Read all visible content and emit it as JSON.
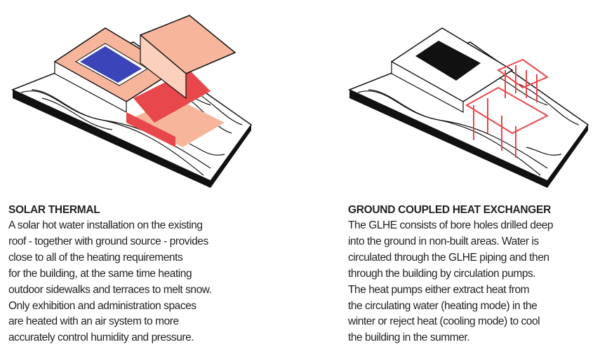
{
  "solar": {
    "title": "SOLAR THERMAL",
    "lines": [
      "A solar hot water installation on the existing",
      "roof - together with ground source - provides",
      "close to all of the heating requirements",
      "for the building, at the same time heating",
      "outdoor sidewalks and terraces to melt snow.",
      "Only exhibition and administration spaces",
      "are heated with an air system to more",
      "accurately control humidity and pressure."
    ]
  },
  "ground": {
    "title": "GROUND COUPLED HEAT EXCHANGER",
    "lines": [
      "The GLHE consists of bore holes drilled deep",
      "into the ground in non-built areas.  Water is",
      "circulated through the GLHE piping and then",
      "through the building by circulation pumps.",
      "The heat pumps either extract heat from",
      "the circulating water (heating mode) in the",
      "winter or reject heat (cooling mode) to cool",
      "the building in the summer."
    ]
  },
  "colors": {
    "red": "#e8474b",
    "salmon": "#f7b59c",
    "blue": "#3b44b8",
    "black": "#111111"
  }
}
